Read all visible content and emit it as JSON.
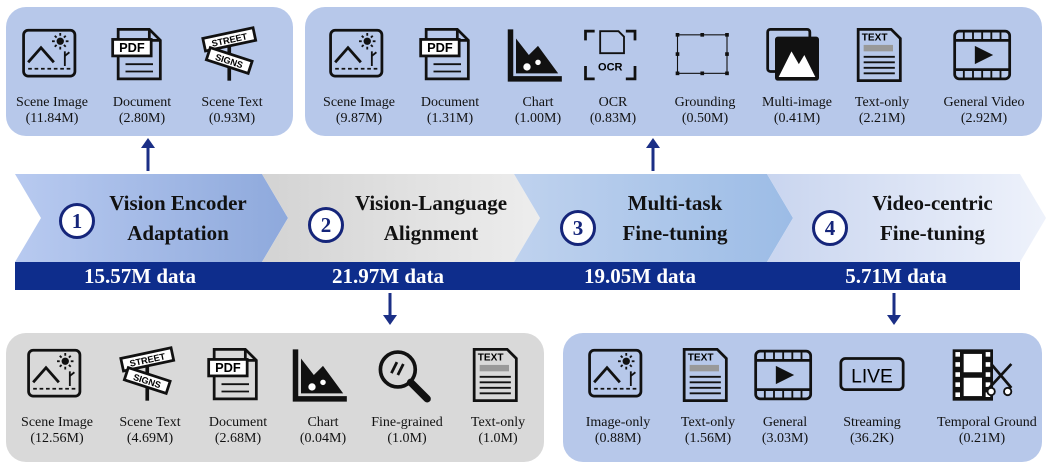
{
  "stages": [
    {
      "num": "1",
      "title1": "Vision Encoder",
      "title2": "Adaptation",
      "data": "15.57M data"
    },
    {
      "num": "2",
      "title1": "Vision-Language",
      "title2": "Alignment",
      "data": "21.97M data"
    },
    {
      "num": "3",
      "title1": "Multi-task",
      "title2": "Fine-tuning",
      "data": "19.05M data"
    },
    {
      "num": "4",
      "title1": "Video-centric",
      "title2": "Fine-tuning",
      "data": "5.71M data"
    }
  ],
  "box1": [
    {
      "label": "Scene Image",
      "count": "(11.84M)",
      "icon": "scene-image-icon"
    },
    {
      "label": "Document",
      "count": "(2.80M)",
      "icon": "pdf-document-icon"
    },
    {
      "label": "Scene Text",
      "count": "(0.93M)",
      "icon": "street-sign-icon"
    }
  ],
  "box2": [
    {
      "label": "Scene Image",
      "count": "(12.56M)",
      "icon": "scene-image-icon"
    },
    {
      "label": "Scene Text",
      "count": "(4.69M)",
      "icon": "street-sign-icon"
    },
    {
      "label": "Document",
      "count": "(2.68M)",
      "icon": "pdf-document-icon"
    },
    {
      "label": "Chart",
      "count": "(0.04M)",
      "icon": "chart-icon"
    },
    {
      "label": "Fine-grained",
      "count": "(1.0M)",
      "icon": "magnifier-icon"
    },
    {
      "label": "Text-only",
      "count": "(1.0M)",
      "icon": "text-document-icon"
    }
  ],
  "box3": [
    {
      "label": "Scene Image",
      "count": "(9.87M)",
      "icon": "scene-image-icon"
    },
    {
      "label": "Document",
      "count": "(1.31M)",
      "icon": "pdf-document-icon"
    },
    {
      "label": "Chart",
      "count": "(1.00M)",
      "icon": "chart-icon"
    },
    {
      "label": "OCR",
      "count": "(0.83M)",
      "icon": "ocr-icon"
    },
    {
      "label": "Grounding",
      "count": "(0.50M)",
      "icon": "grounding-box-icon"
    },
    {
      "label": "Multi-image",
      "count": "(0.41M)",
      "icon": "multi-image-icon"
    },
    {
      "label": "Text-only",
      "count": "(2.21M)",
      "icon": "text-document-icon"
    },
    {
      "label": "General Video",
      "count": "(2.92M)",
      "icon": "video-play-icon"
    }
  ],
  "box4": [
    {
      "label": "Image-only",
      "count": "(0.88M)",
      "icon": "scene-image-icon"
    },
    {
      "label": "Text-only",
      "count": "(1.56M)",
      "icon": "text-document-icon"
    },
    {
      "label": "General",
      "count": "(3.03M)",
      "icon": "video-play-icon"
    },
    {
      "label": "Streaming",
      "count": "(36.2K)",
      "icon": "live-icon"
    },
    {
      "label": "Temporal Ground",
      "count": "(0.21M)",
      "icon": "film-scissors-icon"
    }
  ],
  "icon_text": {
    "pdf": "PDF",
    "street": "STREET",
    "signs": "SIGNS",
    "ocr": "OCR",
    "text": "TEXT",
    "live": "LIVE"
  },
  "colors": {
    "dark_blue": "#0e2d8c",
    "box_blue": "#b7c8ea",
    "box_gray": "#d9d9d9",
    "arrow": "#1b2f86"
  }
}
